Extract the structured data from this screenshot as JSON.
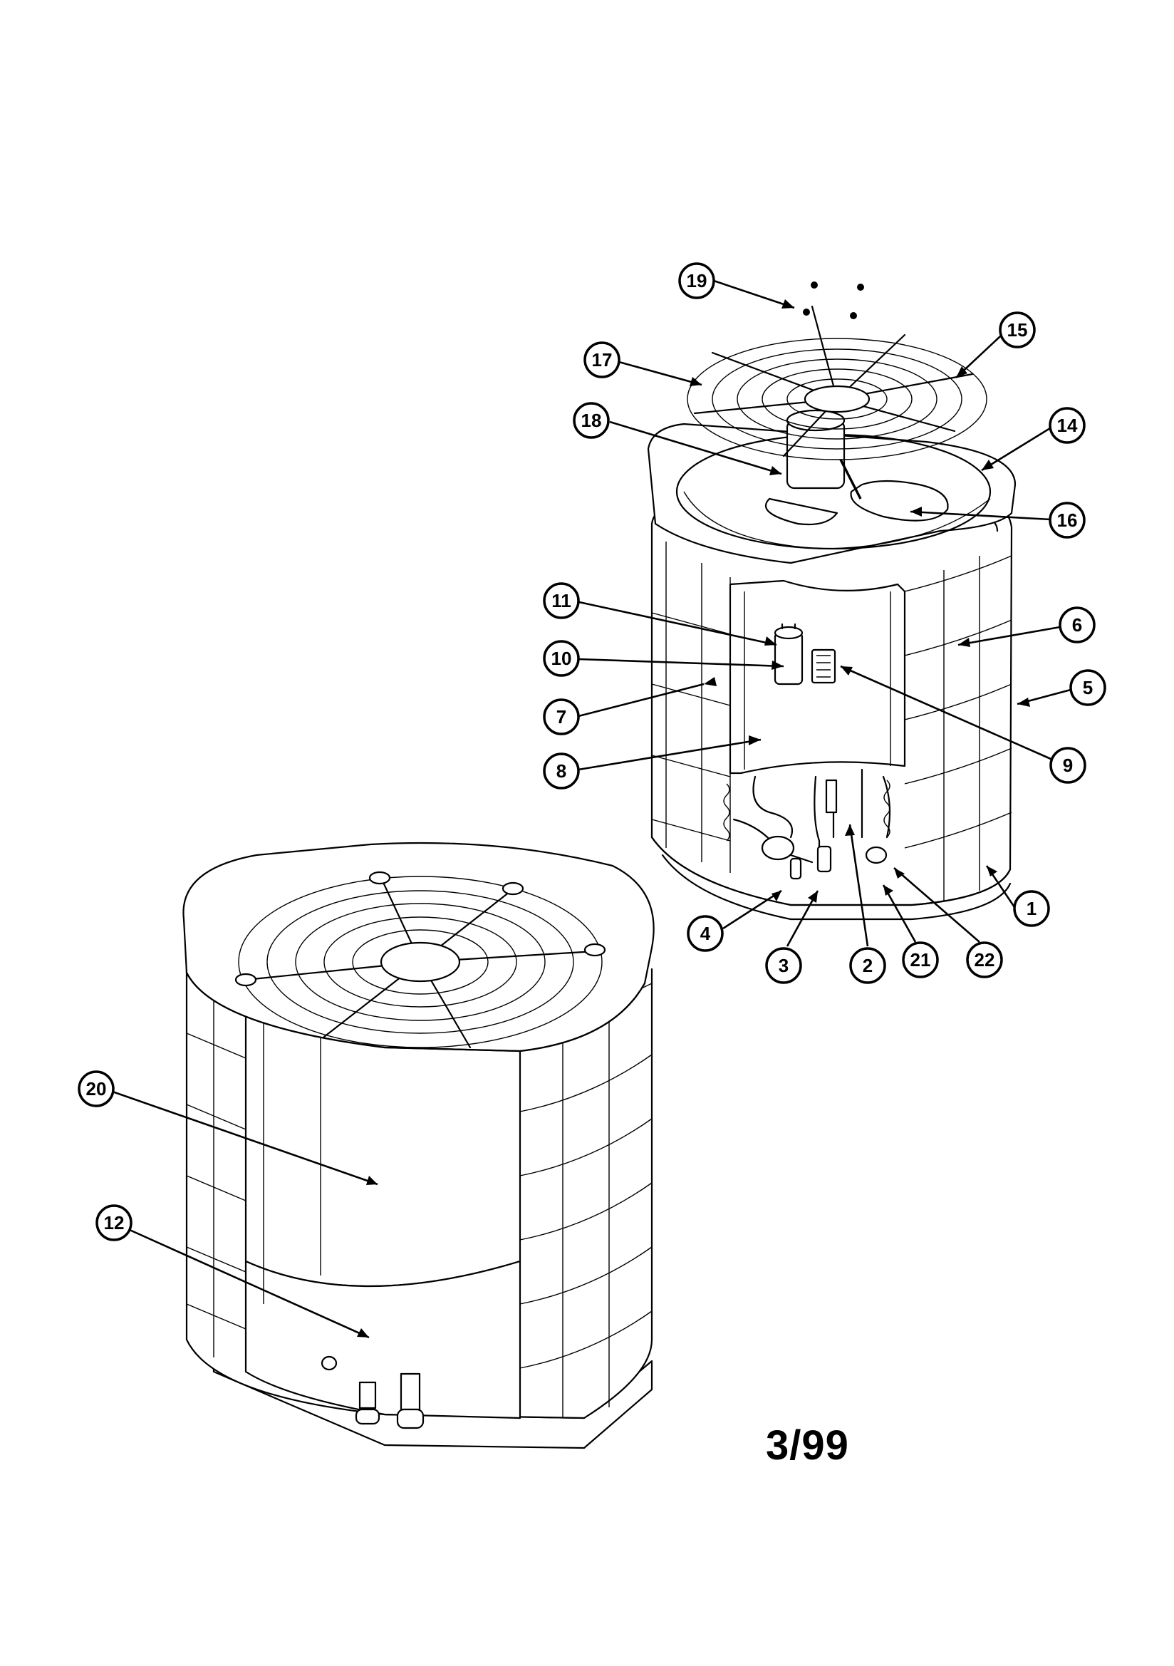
{
  "date_code": "3/99",
  "callouts": [
    {
      "id": "c1",
      "label": "1"
    },
    {
      "id": "c2",
      "label": "2"
    },
    {
      "id": "c3",
      "label": "3"
    },
    {
      "id": "c4",
      "label": "4"
    },
    {
      "id": "c5",
      "label": "5"
    },
    {
      "id": "c6",
      "label": "6"
    },
    {
      "id": "c7",
      "label": "7"
    },
    {
      "id": "c8",
      "label": "8"
    },
    {
      "id": "c9",
      "label": "9"
    },
    {
      "id": "c10",
      "label": "10"
    },
    {
      "id": "c11",
      "label": "11"
    },
    {
      "id": "c12",
      "label": "12"
    },
    {
      "id": "c14",
      "label": "14"
    },
    {
      "id": "c15",
      "label": "15"
    },
    {
      "id": "c16",
      "label": "16"
    },
    {
      "id": "c17",
      "label": "17"
    },
    {
      "id": "c18",
      "label": "18"
    },
    {
      "id": "c19",
      "label": "19"
    },
    {
      "id": "c20",
      "label": "20"
    },
    {
      "id": "c21",
      "label": "21"
    },
    {
      "id": "c22",
      "label": "22"
    }
  ]
}
